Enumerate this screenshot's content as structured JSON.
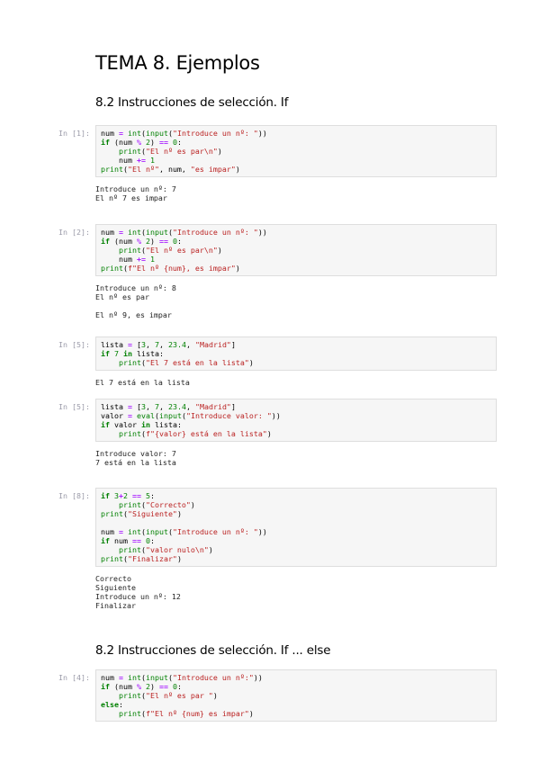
{
  "title": "TEMA 8. Ejemplos",
  "sections": [
    {
      "heading": "8.2 Instrucciones de selección. If"
    },
    {
      "heading": "8.2 Instrucciones de selección. If ... else"
    }
  ],
  "cells": [
    {
      "prompt": "In [1]:",
      "code": [
        "num = int(input(\"Introduce un nº: \"))",
        "if (num % 2) == 0:",
        "    print(\"El nº es par\\n\")",
        "    num += 1",
        "print(\"El nº\", num, \"es impar\")"
      ],
      "output": [
        "Introduce un nº: 7",
        "El nº 7 es impar"
      ]
    },
    {
      "prompt": "In [2]:",
      "code": [
        "num = int(input(\"Introduce un nº: \"))",
        "if (num % 2) == 0:",
        "    print(\"El nº es par\\n\")",
        "    num += 1",
        "print(f\"El nº {num}, es impar\")"
      ],
      "output": [
        "Introduce un nº: 8",
        "El nº es par",
        "",
        "El nº 9, es impar"
      ]
    },
    {
      "prompt": "In [5]:",
      "code": [
        "lista = [3, 7, 23.4, \"Madrid\"]",
        "if 7 in lista:",
        "    print(\"El 7 está en la lista\")"
      ],
      "output": [
        "El 7 está en la lista"
      ]
    },
    {
      "prompt": "In [5]:",
      "code": [
        "lista = [3, 7, 23.4, \"Madrid\"]",
        "valor = eval(input(\"Introduce valor: \"))",
        "if valor in lista:",
        "    print(f\"{valor} está en la lista\")"
      ],
      "output": [
        "Introduce valor: 7",
        "7 está en la lista"
      ]
    },
    {
      "prompt": "In [8]:",
      "code": [
        "if 3+2 == 5:",
        "    print(\"Correcto\")",
        "print(\"Siguiente\")",
        "",
        "num = int(input(\"Introduce un nº: \"))",
        "if num == 0:",
        "    print(\"valor nulo\\n\")",
        "print(\"Finalizar\")"
      ],
      "output": [
        "Correcto",
        "Siguiente",
        "Introduce un nº: 12",
        "Finalizar"
      ]
    },
    {
      "prompt": "In [4]:",
      "code": [
        "num = int(input(\"Introduce un nº:\"))",
        "if (num % 2) == 0:",
        "    print(\"El nº es par \")",
        "else:",
        "    print(f\"El nº {num} es impar\")"
      ],
      "output": []
    }
  ]
}
